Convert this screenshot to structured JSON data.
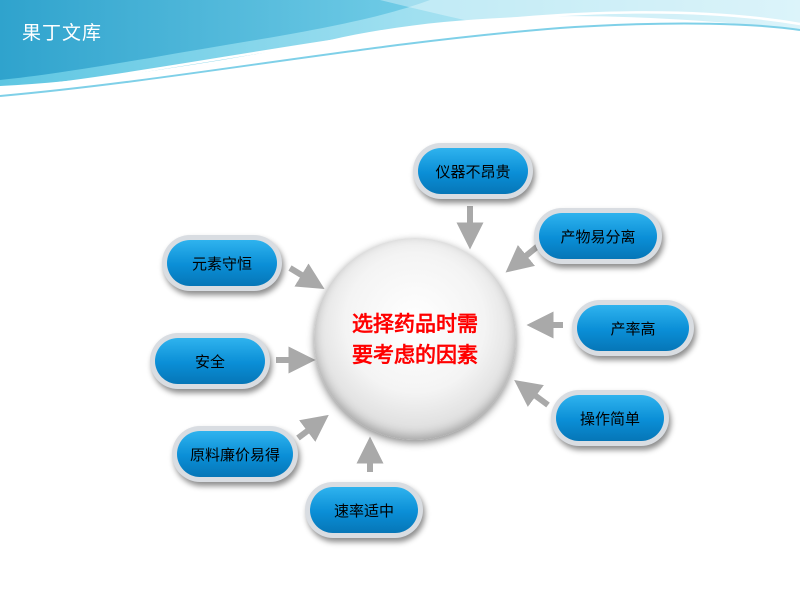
{
  "header": {
    "watermark": "果丁文库"
  },
  "diagram": {
    "center": {
      "line1": "选择药品时需",
      "line2": "要考虑的因素"
    },
    "factors": [
      {
        "id": "yiqi",
        "label": "仪器不昂贵"
      },
      {
        "id": "chanwu",
        "label": "产物易分离"
      },
      {
        "id": "chanlv",
        "label": "产率高"
      },
      {
        "id": "caozuo",
        "label": "操作简单"
      },
      {
        "id": "sulv",
        "label": "速率适中"
      },
      {
        "id": "yuanliao",
        "label": "原料廉价易得"
      },
      {
        "id": "anquan",
        "label": "安全"
      },
      {
        "id": "yuansu",
        "label": "元素守恒"
      }
    ]
  },
  "colors": {
    "pill_fill": "#0a8ed6",
    "center_text": "#ff0000",
    "arrow": "#a9a9a9",
    "banner": "#2aa7cf"
  }
}
